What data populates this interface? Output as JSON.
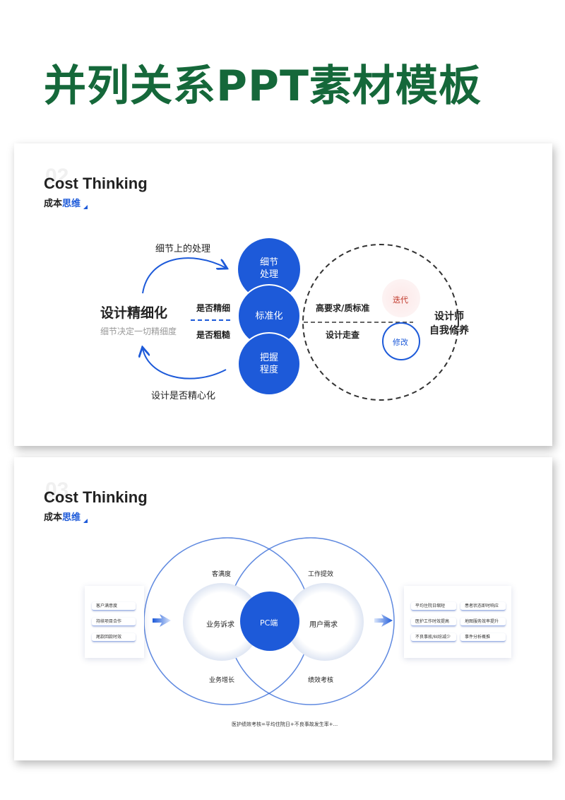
{
  "main_title": "并列关系PPT素材模板",
  "slide1": {
    "bg_number": "02",
    "heading": "Cost Thinking",
    "sub_plain": "成本",
    "sub_highlight": "思维",
    "left_title": "设计精细化",
    "left_subtitle": "细节决定一切精细度",
    "top_arc_label": "细节上的处理",
    "bottom_arc_label": "设计是否精心化",
    "q_top": "是否精细",
    "q_bottom": "是否粗糙",
    "circles": [
      "细节\n处理",
      "标准化",
      "把握\n程度"
    ],
    "right_top_label": "高要求/质标准",
    "right_bottom_label": "设计走查",
    "iterate": "迭代",
    "modify": "修改",
    "designer_line1": "设计师",
    "designer_line2": "自我修养"
  },
  "slide2": {
    "bg_number": "03",
    "heading": "Cost Thinking",
    "sub_plain": "成本",
    "sub_highlight": "思维",
    "center": "PC端",
    "left_inner": "业务诉求",
    "right_inner": "用户需求",
    "top_left": "客满度",
    "top_right": "工作提效",
    "bottom_left": "业务增长",
    "bottom_right": "绩效考核",
    "left_panel_items": [
      "客户满意度",
      "持续项目合作",
      "尾款回款时效"
    ],
    "right_panel_items": [
      "平均住院日缩短",
      "患者状态即时响应",
      "医护工作时效提高",
      "地图服务效率提升",
      "不良事故/纠纷减少",
      "事件分析概推"
    ],
    "footnote": "医护绩效考核=平均住院日+不良事故发生率+..."
  },
  "colors": {
    "title_green": "#15683a",
    "accent_blue": "#1d5ad9",
    "iterate_red": "#c0392b"
  }
}
